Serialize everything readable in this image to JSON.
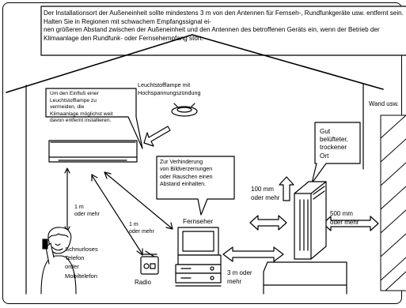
{
  "notice": {
    "text": "Der Installationsort der Außeneinheit sollte mindestens 3 m von den Antennen für Fernseh-, Rundfunkgeräte usw. entfernt sein. Halten Sie in Regionen mit schwachem Empfangssignal ei-\nnen größeren Abstand zwischen der Außeneinheit und den Antennen des betroffenen Geräts ein, wenn der Betrieb der Klimaanlage den Rundfunk- oder Fernsehempfang stört."
  },
  "labels": {
    "callout_lamp_advice": "Um den Einfluß einer\nLeuchtstofflampe zu\nvermeiden, die\nKlimaanlage möglichst weit\ndavon entfernt installieren.",
    "lamp": "Leuchtstofflampe mit\nHochspannungszündung",
    "wall": "Wand usw.",
    "ventilated": "Gut\nbelüfteter,\ntrockener\nOrt",
    "distortion_advice": "Zur Verhinderung\nvon Bildverzerrungen\noder Rauschen einen\nAbstand einhalten.",
    "one_m_phone": "1 m\noder mehr",
    "one_m_radio": "1 m\noder mehr",
    "hundred_mm": "100 mm\noder mehr",
    "tv": "Fernseher",
    "five_hundred_mm": "500 mm\noder mehr",
    "phone": "Schnurloses\nTelefon\norder\nMobiltelefon",
    "radio": "Radio",
    "three_m": "3 m oder\nmehr"
  }
}
